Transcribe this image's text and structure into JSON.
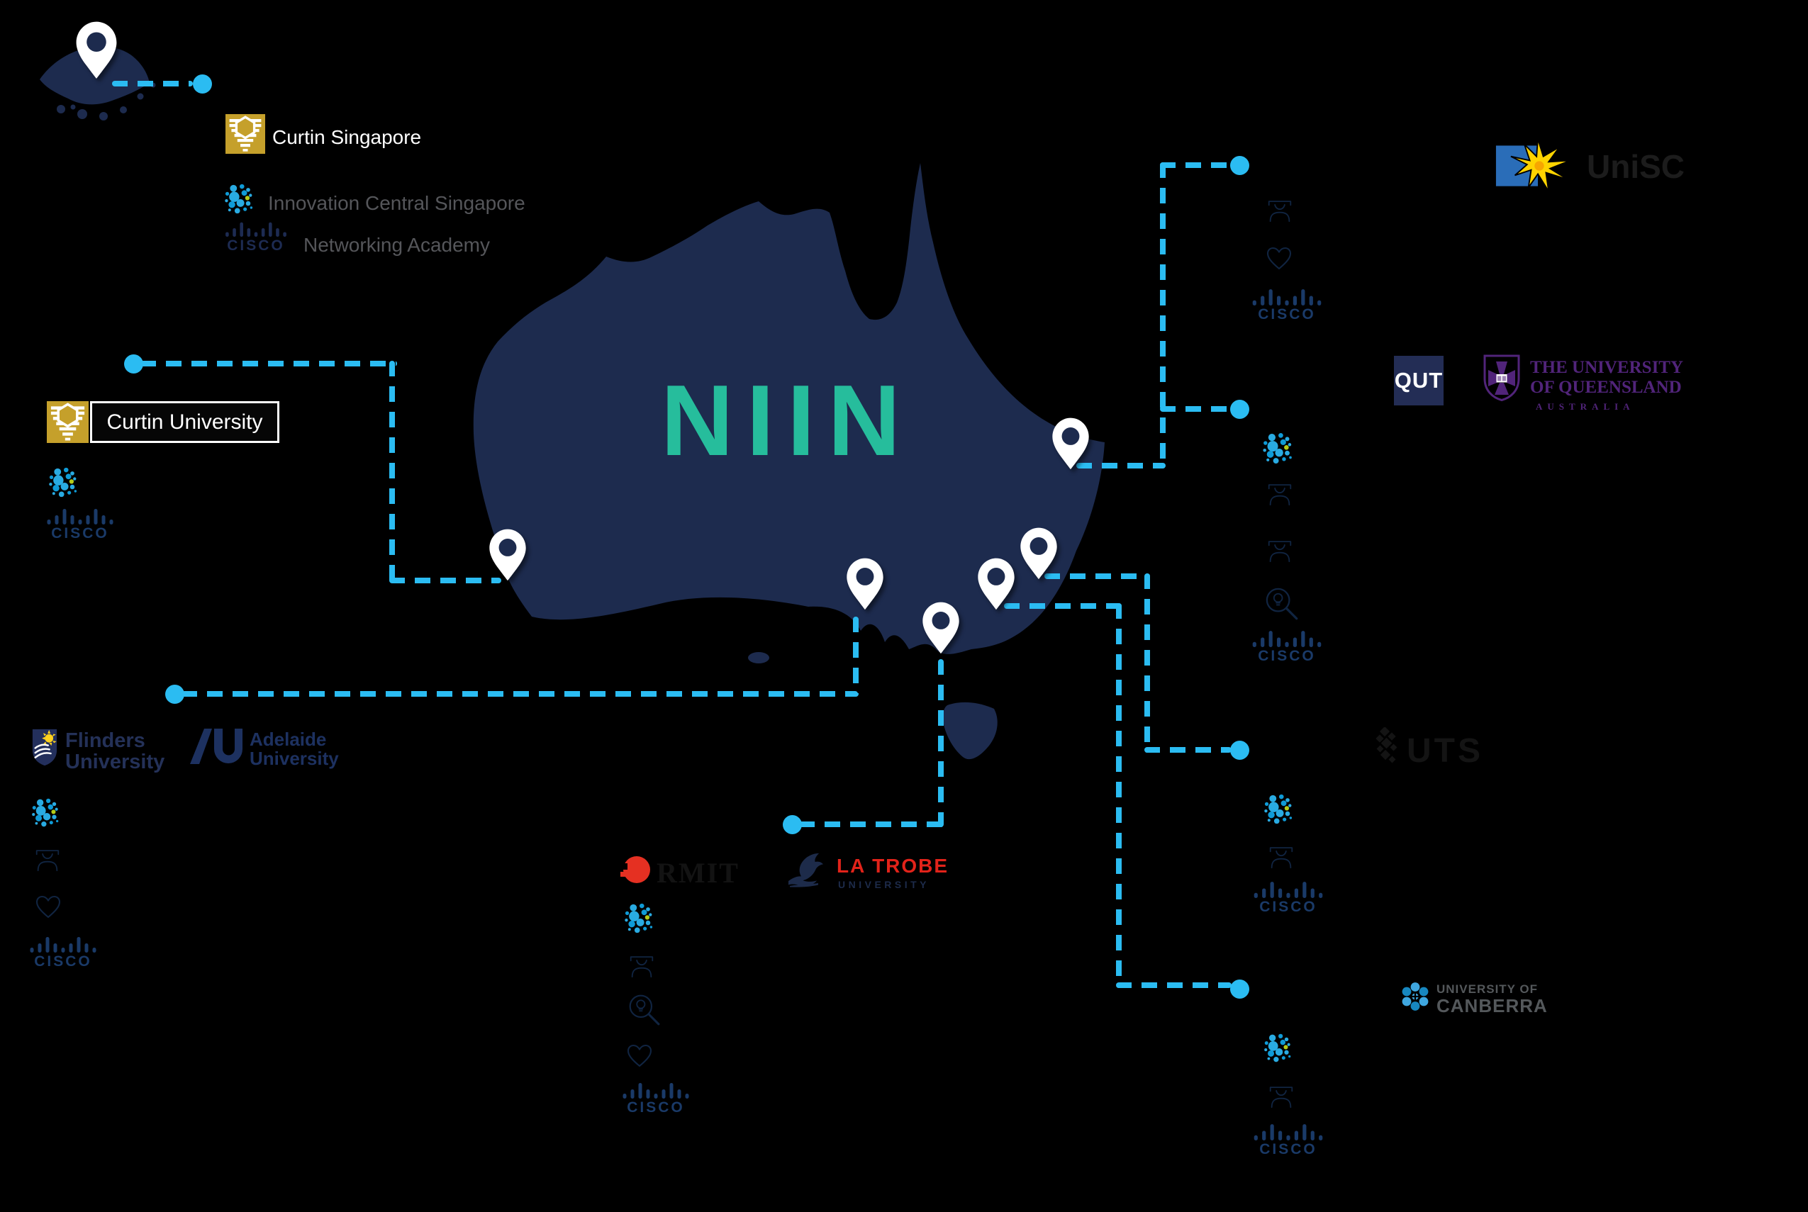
{
  "page_title": "NIIN network map of Australia and Singapore",
  "niin_wordmark": "NIIN",
  "cisco_wordmark": "CISCO",
  "colors": {
    "background": "#000000",
    "map_navy": "#1d2b4e",
    "niin_green": "#26bd9c",
    "accent_cyan": "#2bbcf2",
    "cisco_navy": "#1a3a68",
    "curtin_gold": "#c5a02b",
    "uq_purple": "#51247a",
    "rmit_red": "#e53022",
    "latrobe_red": "#e2231a",
    "gray_text": "#55565a"
  },
  "icons": {
    "pin": "location-pin-icon",
    "innovation": "innovation-central-icon",
    "graduate": "graduate-icon",
    "heart": "heart-icon",
    "research": "research-magnifier-icon",
    "cisco": "cisco-icon"
  },
  "groups": {
    "curtin_singapore": {
      "university": "Curtin Singapore",
      "partner_innovation": "Innovation Central Singapore",
      "partner_academy": "Networking Academy"
    },
    "curtin_university": {
      "university": "Curtin University"
    },
    "flinders": {
      "line1": "Flinders",
      "line2": "University"
    },
    "adelaide": {
      "line1": "Adelaide",
      "line2": "University"
    },
    "rmit": {
      "university": "RMIT"
    },
    "latrobe": {
      "line1": "LA TROBE",
      "line2": "UNIVERSITY"
    },
    "unisc": {
      "university": "UniSC"
    },
    "qut": {
      "university": "QUT"
    },
    "uq": {
      "line1": "THE UNIVERSITY",
      "line2": "OF QUEENSLAND",
      "line3": "AUSTRALIA"
    },
    "uts": {
      "university": "UTS"
    },
    "canberra": {
      "line1": "UNIVERSITY OF",
      "line2": "CANBERRA"
    }
  }
}
